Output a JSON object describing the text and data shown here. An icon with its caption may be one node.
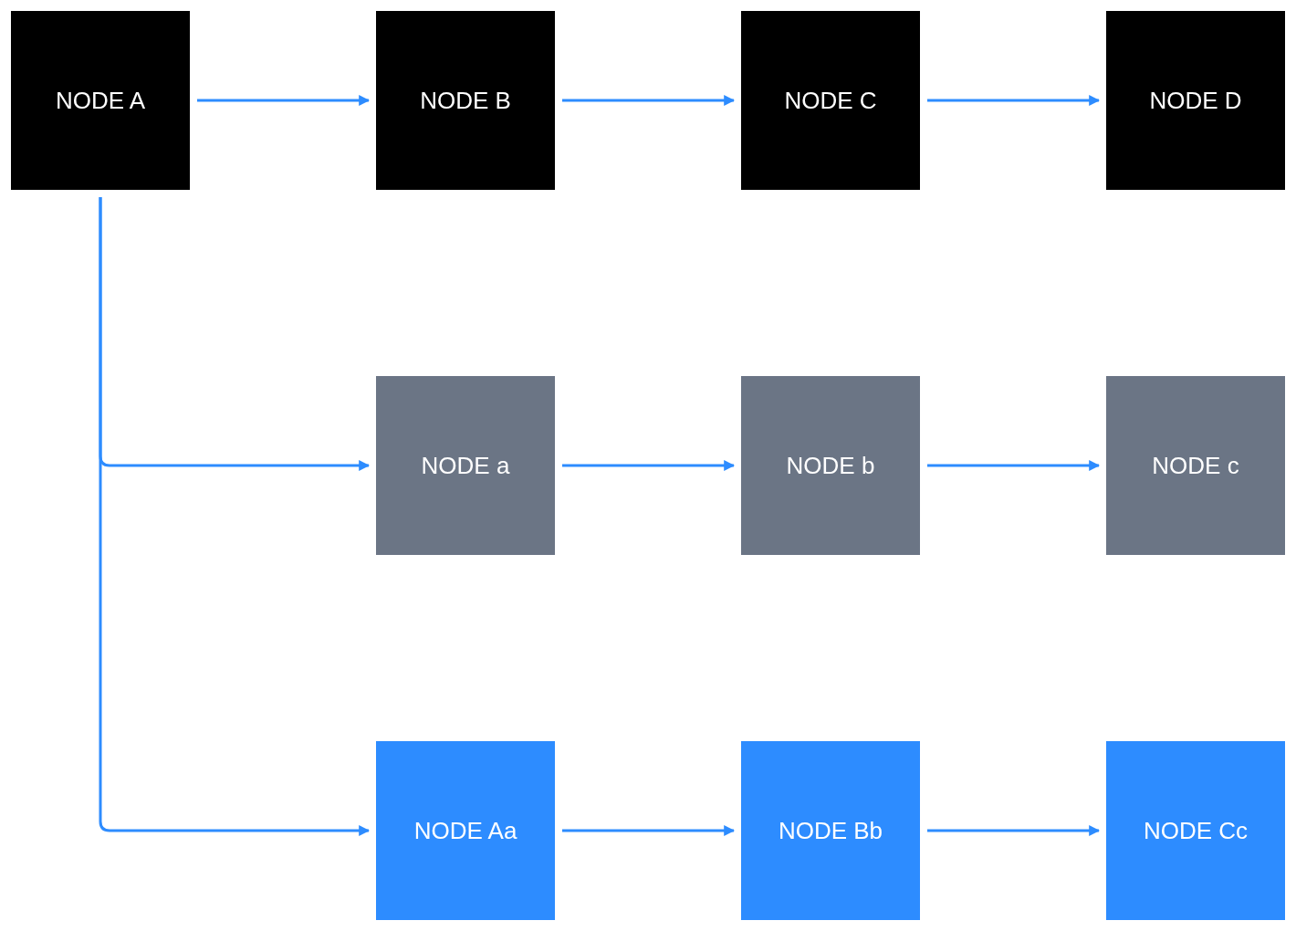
{
  "diagram": {
    "nodes": [
      {
        "text": [
          "NODE A"
        ]
      },
      {
        "text": [
          "NODE B"
        ]
      },
      {
        "text": [
          "NODE C"
        ]
      },
      {
        "text": [
          "NODE D"
        ]
      },
      {
        "text": [
          "NODE a"
        ]
      },
      {
        "text": [
          "NODE b"
        ]
      },
      {
        "text": [
          "NODE c"
        ]
      },
      {
        "text": [
          "NODE Aa"
        ]
      },
      {
        "text": [
          "NODE Bb"
        ]
      },
      {
        "text": [
          "NODE Cc"
        ]
      }
    ],
    "edges": [
      {
        "from": 0,
        "to": 1,
        "arrow": "to"
      },
      {
        "from": 1,
        "to": 2,
        "arrow": "to"
      },
      {
        "from": 2,
        "to": 3,
        "arrow": "to"
      },
      {
        "from": 0,
        "to": 4,
        "arrow": "to"
      },
      {
        "from": 4,
        "to": 5,
        "arrow": "to"
      },
      {
        "from": 5,
        "to": 6,
        "arrow": "to"
      },
      {
        "from": 0,
        "to": 7,
        "arrow": "to"
      },
      {
        "from": 7,
        "to": 8,
        "arrow": "to"
      },
      {
        "from": 8,
        "to": 9,
        "arrow": "to"
      }
    ]
  }
}
